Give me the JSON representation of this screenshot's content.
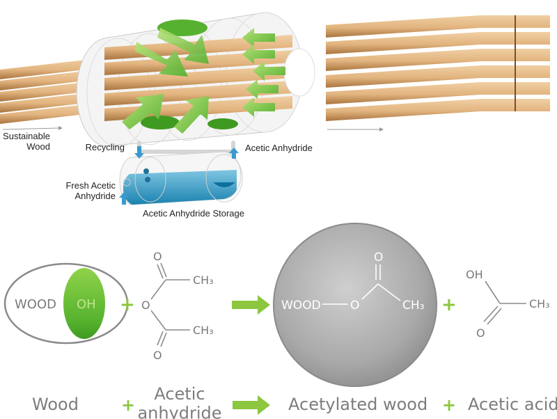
{
  "process": {
    "sustainable_wood": "Sustainable\nWood",
    "recycling": "Recycling",
    "acetic_anhydride": "Acetic Anhydride",
    "fresh_acetic_anhydride": "Fresh Acetic\nAnhydride",
    "storage": "Acetic Anhydride Storage"
  },
  "reaction": {
    "wood": "WOOD",
    "oh": "OH",
    "anhydride_o_top": "O",
    "anhydride_o_mid": "O",
    "anhydride_o_bottom": "O",
    "ch3_top": "CH₃",
    "ch3_bottom": "CH₃",
    "product_wood": "WOOD",
    "product_o_bridge": "O",
    "product_o_top": "O",
    "product_ch3": "CH₃",
    "acid_oh": "OH",
    "acid_o": "O",
    "acid_ch3": "CH₃",
    "plus": "+"
  },
  "captions": {
    "wood": "Wood",
    "acetic_anhydride": "Acetic\nanhydride",
    "acetylated_wood": "Acetylated wood",
    "acetic_acid": "Acetic acid"
  },
  "colors": {
    "green": "#8dc63f",
    "wood_light": "#e8c396",
    "wood_dark": "#b07c48",
    "tank_blue": "#1f8db8",
    "gray_sphere": "#9d9d9d"
  }
}
